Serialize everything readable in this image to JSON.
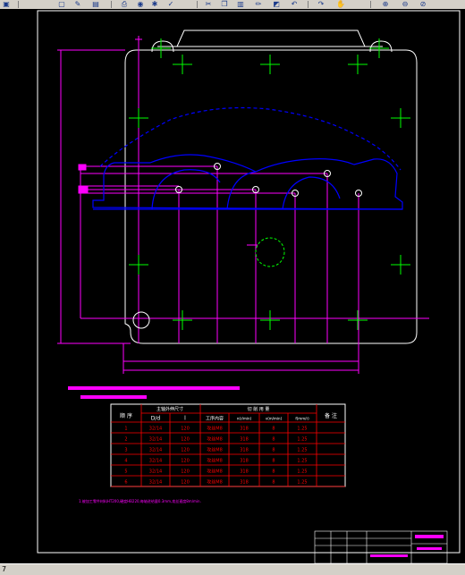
{
  "toolbar": {
    "buttons": [
      {
        "name": "print-icon",
        "glyph": "▣"
      },
      {
        "name": "new-icon",
        "glyph": "▢"
      },
      {
        "name": "open-icon",
        "glyph": "✎"
      },
      {
        "name": "save-icon",
        "glyph": "▤"
      },
      {
        "name": "plot-icon",
        "glyph": "⎙"
      },
      {
        "name": "preview-icon",
        "glyph": "◉"
      },
      {
        "name": "find-icon",
        "glyph": "✱"
      },
      {
        "name": "spell-icon",
        "glyph": "✓"
      },
      {
        "name": "cut-icon",
        "glyph": "✂"
      },
      {
        "name": "copy-icon",
        "glyph": "❐"
      },
      {
        "name": "paste-icon",
        "glyph": "▥"
      },
      {
        "name": "match-icon",
        "glyph": "✏"
      },
      {
        "name": "block-icon",
        "glyph": "◩"
      },
      {
        "name": "undo-icon",
        "glyph": "↶"
      },
      {
        "name": "redo-icon",
        "glyph": "↷"
      },
      {
        "name": "pan-icon",
        "glyph": "✋"
      },
      {
        "name": "zoom-realtime-icon",
        "glyph": "⊕"
      },
      {
        "name": "zoom-window-icon",
        "glyph": "⊖"
      },
      {
        "name": "zoom-previous-icon",
        "glyph": "⊘"
      }
    ]
  },
  "table": {
    "header_row1": {
      "no": "顺 序",
      "dims": "主轴外伸尺寸",
      "cut": "切  削  用  量",
      "remark": "备 注"
    },
    "header_row2": {
      "d": "D/d",
      "l": "l",
      "tool": "工序内容",
      "n": "n(r/min)",
      "v": "v(m/min)",
      "f": "f(mm/r)"
    },
    "rows": [
      {
        "no": "1",
        "d": "32/14",
        "l": "120",
        "tool": "攻丝M8",
        "n": "318",
        "v": "8",
        "f": "1.25"
      },
      {
        "no": "2",
        "d": "32/14",
        "l": "120",
        "tool": "攻丝M8",
        "n": "318",
        "v": "8",
        "f": "1.25"
      },
      {
        "no": "3",
        "d": "32/14",
        "l": "120",
        "tool": "攻丝M8",
        "n": "318",
        "v": "8",
        "f": "1.25"
      },
      {
        "no": "4",
        "d": "32/14",
        "l": "120",
        "tool": "攻丝M8",
        "n": "318",
        "v": "8",
        "f": "1.25"
      },
      {
        "no": "5",
        "d": "32/14",
        "l": "120",
        "tool": "攻丝M8",
        "n": "318",
        "v": "8",
        "f": "1.25"
      },
      {
        "no": "6",
        "d": "32/14",
        "l": "120",
        "tool": "攻丝M8",
        "n": "318",
        "v": "8",
        "f": "1.25"
      }
    ]
  },
  "note": "1.被加工零件材料HT200,硬度HB220,每轴进给量0.3mm,攻丝速度8m/min.",
  "colors": {
    "magenta": "#ff00ff",
    "green": "#00ff00",
    "blue": "#0000ff",
    "white": "#ffffff",
    "red": "#ff0000"
  }
}
